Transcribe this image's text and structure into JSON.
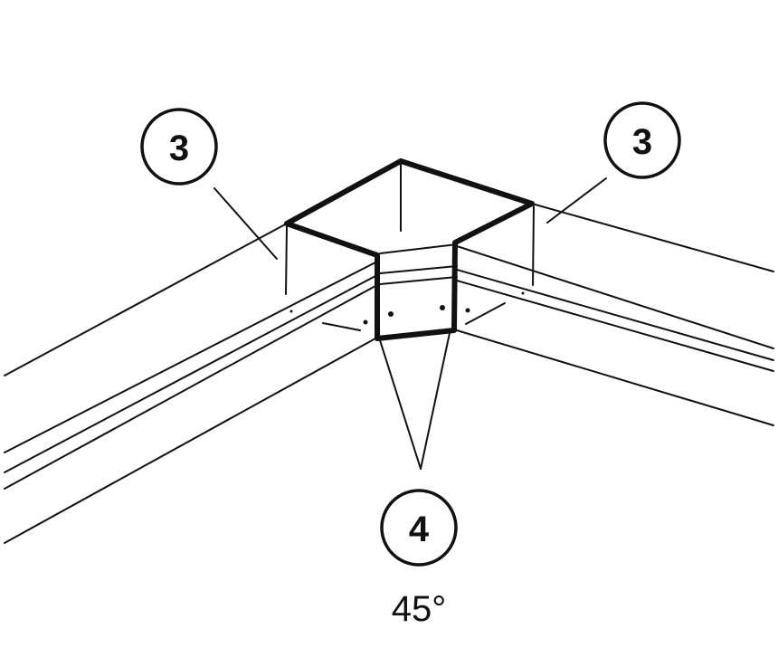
{
  "callouts": {
    "left_beam": "3",
    "right_beam": "3",
    "corner_connector": "4"
  },
  "angle_label": "45°",
  "colors": {
    "ink": "#111111",
    "background": "#ffffff"
  }
}
